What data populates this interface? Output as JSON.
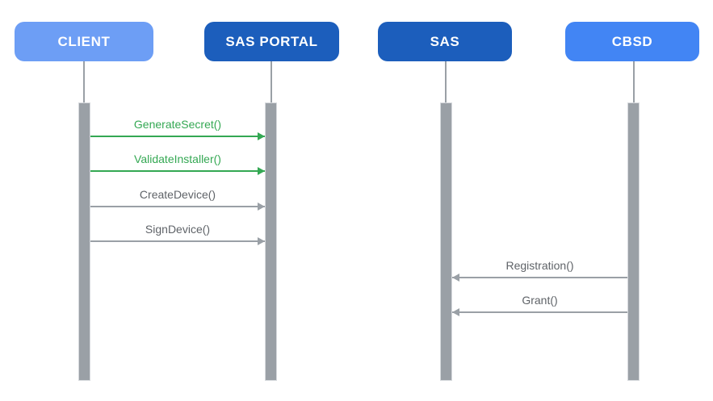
{
  "diagram": {
    "type": "sequence",
    "actors": [
      {
        "id": "client",
        "label": "CLIENT",
        "color": "#6D9EF5"
      },
      {
        "id": "sas-portal",
        "label": "SAS PORTAL",
        "color": "#1C5EBC"
      },
      {
        "id": "sas",
        "label": "SAS",
        "color": "#1C5EBC"
      },
      {
        "id": "cbsd",
        "label": "CBSD",
        "color": "#4285F4"
      }
    ],
    "messages": [
      {
        "label": "GenerateSecret()",
        "from": "client",
        "to": "sas-portal",
        "direction": "right",
        "color": "#34A853"
      },
      {
        "label": "ValidateInstaller()",
        "from": "client",
        "to": "sas-portal",
        "direction": "right",
        "color": "#34A853"
      },
      {
        "label": "CreateDevice()",
        "from": "client",
        "to": "sas-portal",
        "direction": "right",
        "color": "#9AA0A6"
      },
      {
        "label": "SignDevice()",
        "from": "client",
        "to": "sas-portal",
        "direction": "right",
        "color": "#9AA0A6"
      },
      {
        "label": "Registration()",
        "from": "cbsd",
        "to": "sas",
        "direction": "left",
        "color": "#9AA0A6"
      },
      {
        "label": "Grant()",
        "from": "cbsd",
        "to": "sas",
        "direction": "left",
        "color": "#9AA0A6"
      }
    ],
    "style": {
      "lifeline_color": "#9AA0A6",
      "activation_bar_color": "#9AA0A6",
      "green_message_color": "#34A853",
      "gray_message_color": "#9AA0A6",
      "gray_label_color": "#5F6368",
      "background": "#FFFFFF"
    }
  }
}
